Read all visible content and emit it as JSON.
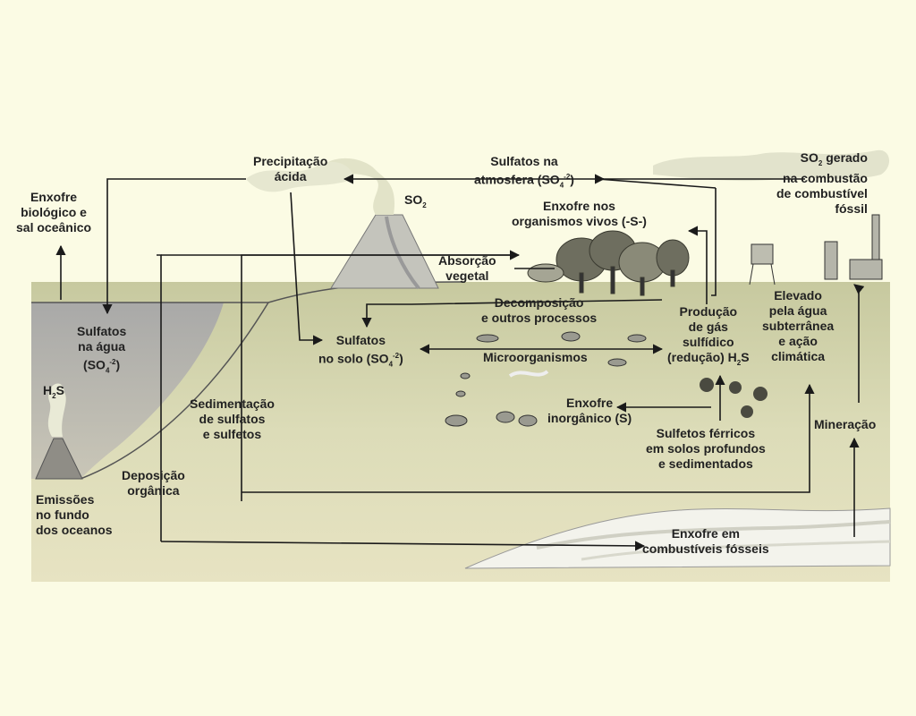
{
  "labels": {
    "enxofre_biologico": [
      "Enxofre",
      "biológico e",
      "sal oceânico"
    ],
    "precipitacao": [
      "Precipitação",
      "ácida"
    ],
    "sulfatos_atm": [
      "Sulfatos na",
      "atmosfera (SO",
      "-2",
      "4",
      ")"
    ],
    "so2_volcano": [
      "SO",
      "2"
    ],
    "so2_gerado": [
      "SO",
      "2",
      " gerado",
      "na combustão",
      "de combustível",
      "fóssil"
    ],
    "enxofre_vivos": [
      "Enxofre nos",
      "organismos vivos (-S-)"
    ],
    "absorcao": [
      "Absorção",
      "vegetal"
    ],
    "decomposicao": [
      "Decomposição",
      "e outros processos"
    ],
    "sulfatos_agua": [
      "Sulfatos",
      "na água",
      "(SO",
      "-2",
      "4",
      ")"
    ],
    "sulfatos_solo": [
      "Sulfatos",
      "no solo (SO",
      "-2",
      "4",
      ")"
    ],
    "microorganismos": "Microorganismos",
    "producao": [
      "Produção",
      "de gás",
      "sulfídico",
      "(redução) H",
      "2",
      "S"
    ],
    "elevado": [
      "Elevado",
      "pela água",
      "subterrânea",
      "e ação",
      "climática"
    ],
    "h2s": [
      "H",
      "2",
      "S"
    ],
    "sedimentacao": [
      "Sedimentação",
      "de sulfatos",
      "e sulfetos"
    ],
    "enxofre_inorganico": [
      "Enxofre",
      "inorgânico (S)"
    ],
    "sulfetos_ferricos": [
      "Sulfetos férricos",
      "em solos profundos",
      "e sedimentados"
    ],
    "mineracao": "Mineração",
    "deposicao": [
      "Deposição",
      "orgânica"
    ],
    "emissoes": [
      "Emissões",
      "no fundo",
      "dos oceanos"
    ],
    "enxofre_fosseis": [
      "Enxofre em",
      "combustíveis fósseis"
    ]
  },
  "colors": {
    "background": "#fbfbe4",
    "ground": "#d9d9b2",
    "ocean": "#b9b7b0",
    "arrow": "#1a1a1a",
    "smoke": "#e4e6cc",
    "tree": "#6d6d5c",
    "fossil_layer": "#f2f2ea"
  }
}
